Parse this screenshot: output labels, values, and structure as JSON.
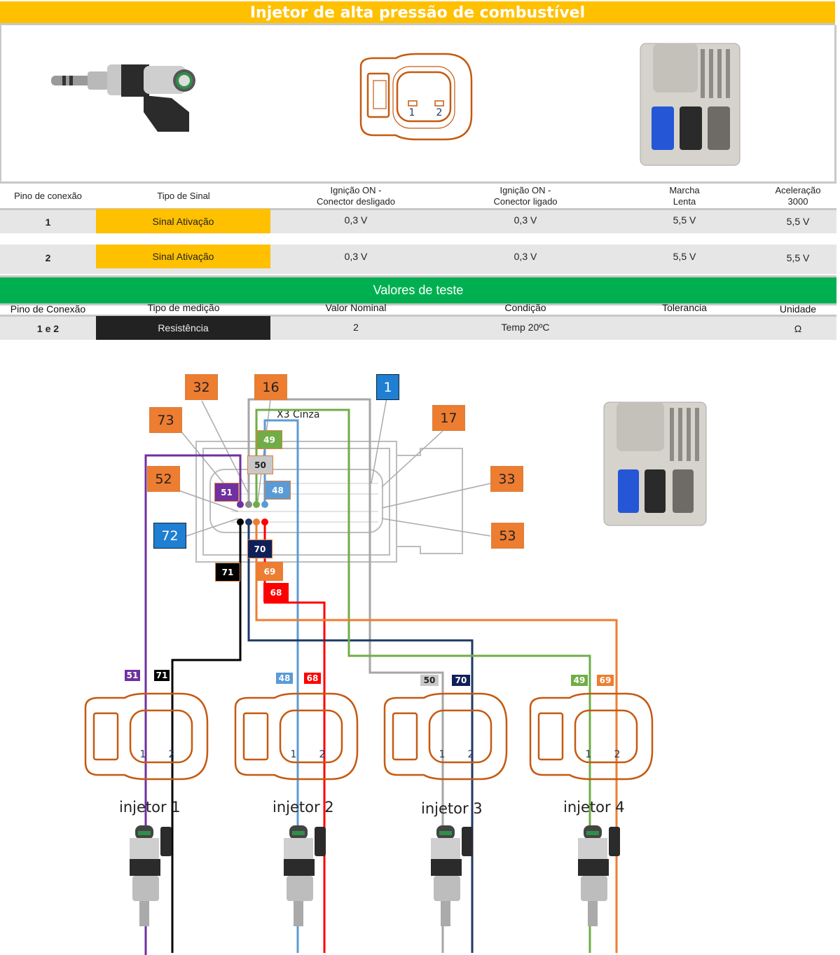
{
  "header": {
    "title": "Injetor de alta pressão de combustível"
  },
  "images": {
    "injector_photo": "fuel-injector-photo",
    "connector_diagram": {
      "pins": [
        "1",
        "2"
      ]
    },
    "ecu_photo": "ecu-module-photo"
  },
  "signal_table": {
    "columns": [
      "Pino de conexão",
      "Tipo de Sinal",
      "Ignição ON -\nConector desligado",
      "Ignição ON -\nConector ligado",
      "Marcha\nLenta",
      "Aceleração\n3000"
    ],
    "col_lines": [
      [
        "Pino de conexão"
      ],
      [
        "Tipo de Sinal"
      ],
      [
        "Ignição ON -",
        "Conector desligado"
      ],
      [
        "Ignição ON -",
        "Conector ligado"
      ],
      [
        "Marcha",
        "Lenta"
      ],
      [
        "Aceleração",
        "3000"
      ]
    ],
    "rows": [
      {
        "pin": "1",
        "signal": "Sinal Ativação",
        "ign_off": "0,3 V",
        "ign_on": "0,3 V",
        "idle": "5,5 V",
        "accel": "5,5 V"
      },
      {
        "pin": "2",
        "signal": "Sinal Ativação",
        "ign_off": "0,3 V",
        "ign_on": "0,3 V",
        "idle": "5,5 V",
        "accel": "5,5 V"
      }
    ]
  },
  "test_values": {
    "title": "Valores de teste",
    "columns": [
      "Pino de Conexão",
      "Tipo de medição",
      "Valor Nominal",
      "Condição",
      "Tolerancia",
      "Unidade"
    ],
    "rows": [
      {
        "pin": "1 e 2",
        "type": "Resistência",
        "nominal": "2",
        "condition": "Temp 20ºC",
        "tolerance": "",
        "unit": "Ω"
      }
    ]
  },
  "wiring": {
    "connector_name": "X3 Cinza",
    "callouts_orange": [
      "32",
      "16",
      "73",
      "17",
      "52",
      "33",
      "53"
    ],
    "callouts_blue": [
      "1",
      "72"
    ],
    "colors": {
      "51": "#7030a0",
      "71": "#000000",
      "48": "#5b9bd5",
      "68": "#ff0000",
      "50": "#a6a6a6",
      "70": "#1f3864",
      "49": "#70ad47",
      "69": "#ed7d31",
      "orange_callout": "#ed7d31",
      "blue_callout": "#1f7fd2",
      "connector_outline": "#c55a11"
    },
    "pin_tags": [
      "49",
      "50",
      "51",
      "48",
      "70",
      "71",
      "69",
      "68"
    ],
    "injectors": [
      {
        "label": "injetor 1",
        "pin1_wire": "51",
        "pin2_wire": "71"
      },
      {
        "label": "injetor 2",
        "pin1_wire": "48",
        "pin2_wire": "68"
      },
      {
        "label": "injetor 3",
        "pin1_wire": "50",
        "pin2_wire": "70"
      },
      {
        "label": "injetor 4",
        "pin1_wire": "49",
        "pin2_wire": "69"
      }
    ],
    "connector_pins": [
      "1",
      "2"
    ]
  }
}
